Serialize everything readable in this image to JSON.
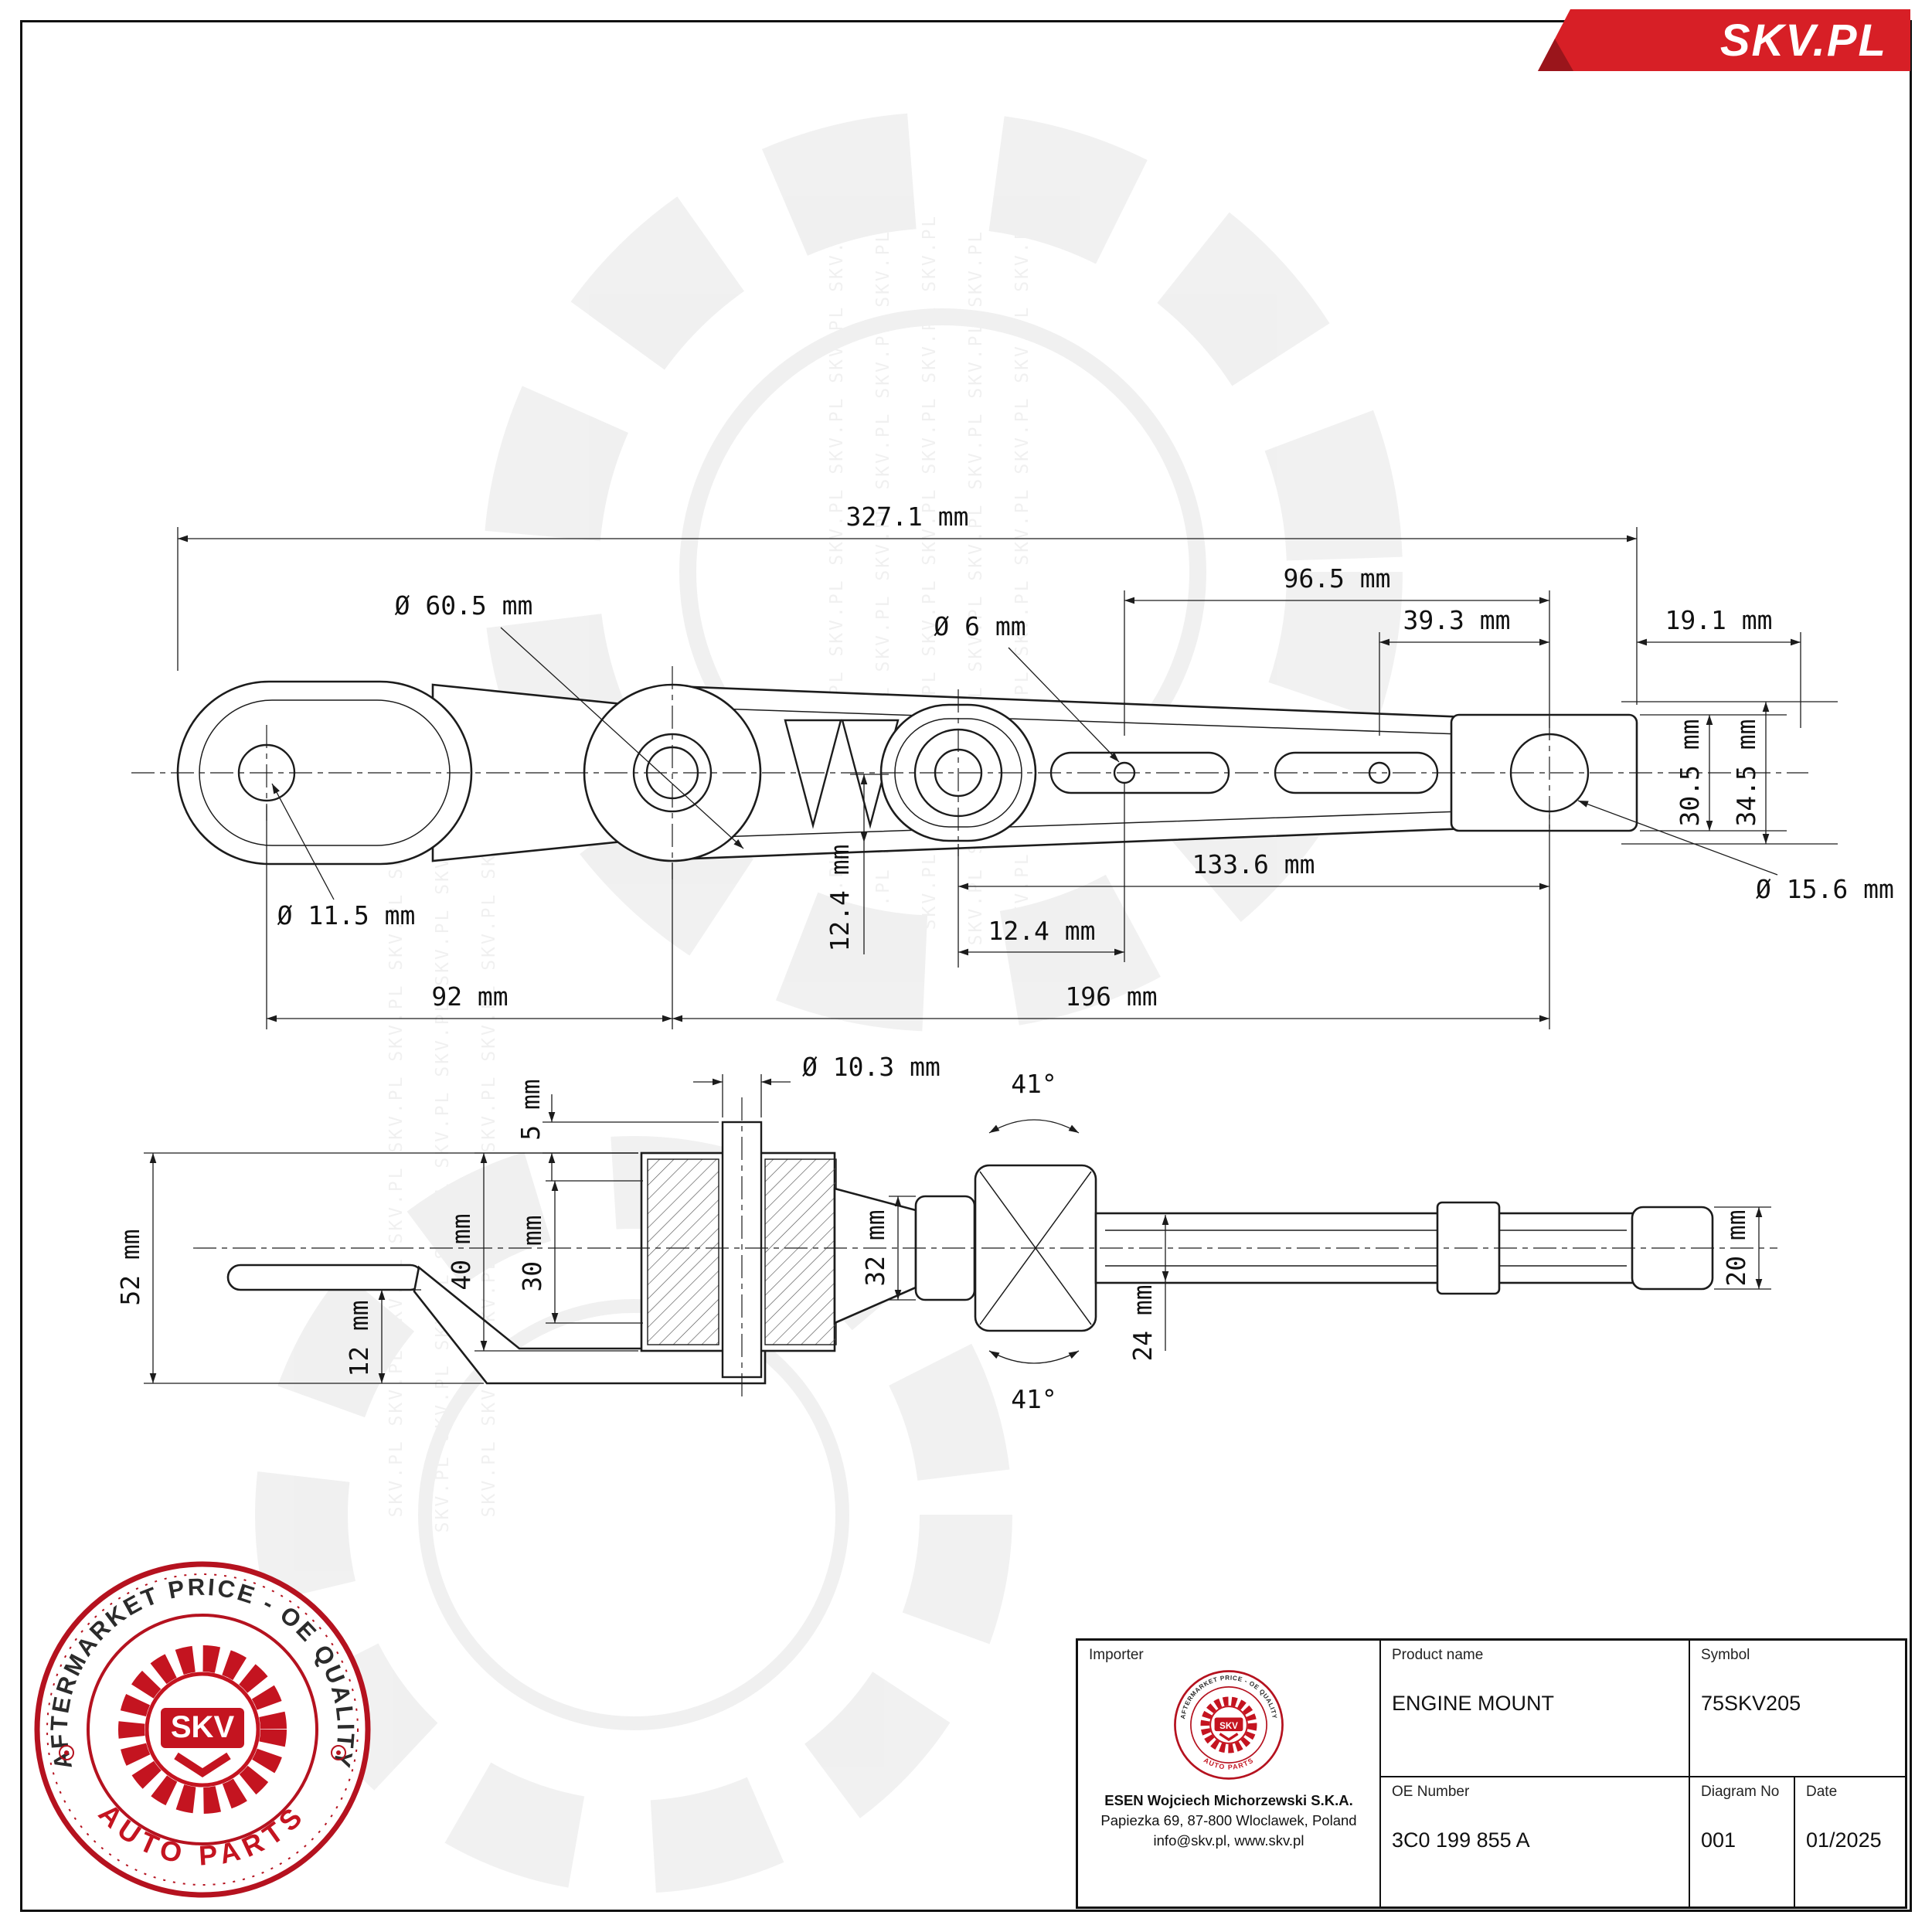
{
  "page": {
    "brand": "SKV.PL"
  },
  "watermark": {
    "tiled": "SKV.PL SKV.PL SKV.PL SKV.PL SKV.PL SKV.PL SKV.PL SKV.PL"
  },
  "dims": {
    "top": {
      "total_length": "327.1 mm",
      "span_96_5": "96.5 mm",
      "span_39_3": "39.3 mm",
      "span_19_1": "19.1 mm",
      "boss_diameter": "Ø 60.5 mm",
      "small_hole_diameter": "Ø 6 mm",
      "left_hole_diameter": "Ø 11.5 mm",
      "end_height_inner": "30.5 mm",
      "end_height_outer": "34.5 mm",
      "right_hole_diameter": "Ø 15.6 mm",
      "span_133_6": "133.6 mm",
      "offset_vertical": "12.4 mm",
      "offset_horizontal": "12.4 mm",
      "span_92": "92 mm",
      "span_196": "196 mm"
    },
    "side": {
      "pin_diameter": "Ø 10.3 mm",
      "pin_protrusion": "5 mm",
      "bush_height": "40 mm",
      "bush_inner_height": "30 mm",
      "overall_height": "52 mm",
      "plate_height": "12 mm",
      "collar_height": "32 mm",
      "angle_top": "41°",
      "angle_bottom": "41°",
      "neck_height": "24 mm",
      "rod_height": "20 mm"
    }
  },
  "stamp": {
    "arc_top": "AFTERMARKET PRICE - OE QUALITY",
    "arc_bottom": "AUTO PARTS",
    "center": "SKV"
  },
  "title_block": {
    "importer_label": "Importer",
    "importer_name": "ESEN Wojciech Michorzewski S.K.A.",
    "importer_address": "Papiezka 69, 87-800 Wloclawek, Poland",
    "importer_contact": "info@skv.pl, www.skv.pl",
    "product_label": "Product name",
    "product_value": "ENGINE MOUNT",
    "symbol_label": "Symbol",
    "symbol_value": "75SKV205",
    "oe_label": "OE Number",
    "oe_value": "3C0 199 855 A",
    "diagram_label": "Diagram No",
    "diagram_value": "001",
    "date_label": "Date",
    "date_value": "01/2025"
  }
}
